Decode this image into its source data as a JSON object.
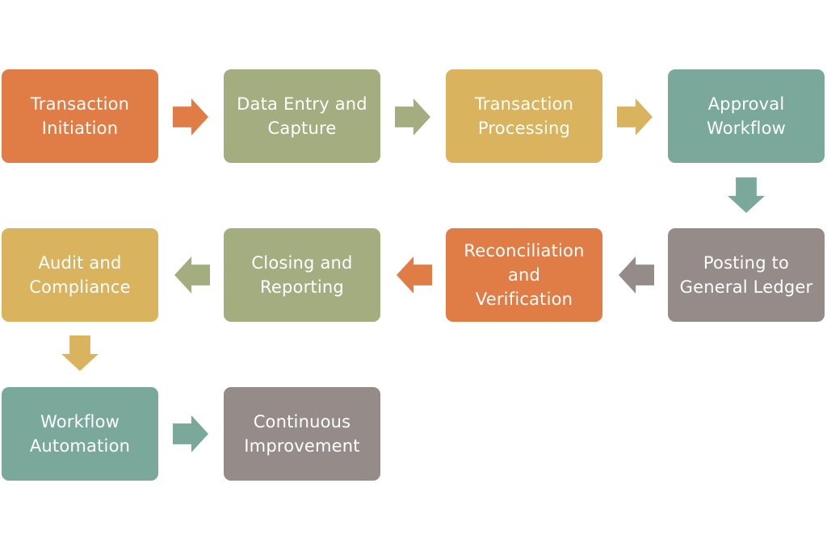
{
  "colors": {
    "orange": "#e07d46",
    "olive": "#a3ad80",
    "gold": "#d9b35e",
    "teal": "#7aa89b",
    "taupe": "#958b88"
  },
  "steps": [
    {
      "label": "Transaction\nInitiation",
      "color": "#e07d46"
    },
    {
      "label": "Data Entry and\nCapture",
      "color": "#a3ad80"
    },
    {
      "label": "Transaction\nProcessing",
      "color": "#d9b35e"
    },
    {
      "label": "Approval\nWorkflow",
      "color": "#7aa89b"
    },
    {
      "label": "Posting to\nGeneral Ledger",
      "color": "#958b88"
    },
    {
      "label": "Reconciliation\nand\nVerification",
      "color": "#e07d46"
    },
    {
      "label": "Closing and\nReporting",
      "color": "#a3ad80"
    },
    {
      "label": "Audit and\nCompliance",
      "color": "#d9b35e"
    },
    {
      "label": "Workflow\nAutomation",
      "color": "#7aa89b"
    },
    {
      "label": "Continuous\nImprovement",
      "color": "#958b88"
    }
  ],
  "arrows": [
    {
      "direction": "right",
      "color": "#e07d46"
    },
    {
      "direction": "right",
      "color": "#a3ad80"
    },
    {
      "direction": "right",
      "color": "#d9b35e"
    },
    {
      "direction": "down",
      "color": "#7aa89b"
    },
    {
      "direction": "left",
      "color": "#958b88"
    },
    {
      "direction": "left",
      "color": "#e07d46"
    },
    {
      "direction": "left",
      "color": "#a3ad80"
    },
    {
      "direction": "down",
      "color": "#d9b35e"
    },
    {
      "direction": "right",
      "color": "#7aa89b"
    }
  ]
}
